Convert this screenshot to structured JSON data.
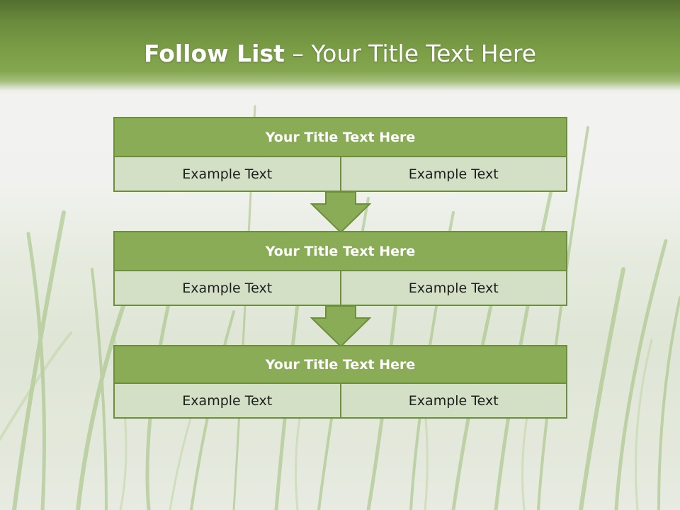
{
  "header": {
    "title_bold": "Follow List",
    "title_rest": " – Your Title Text Here"
  },
  "blocks": [
    {
      "title": "Your Title Text Here",
      "left": "Example Text",
      "right": "Example Text"
    },
    {
      "title": "Your Title Text Here",
      "left": "Example Text",
      "right": "Example Text"
    },
    {
      "title": "Your Title Text Here",
      "left": "Example Text",
      "right": "Example Text"
    }
  ],
  "colors": {
    "header_green": "#6a8a3c",
    "title_fill": "#8aac57",
    "cell_fill": "#d3e0c6",
    "border": "#6d8f3d"
  }
}
